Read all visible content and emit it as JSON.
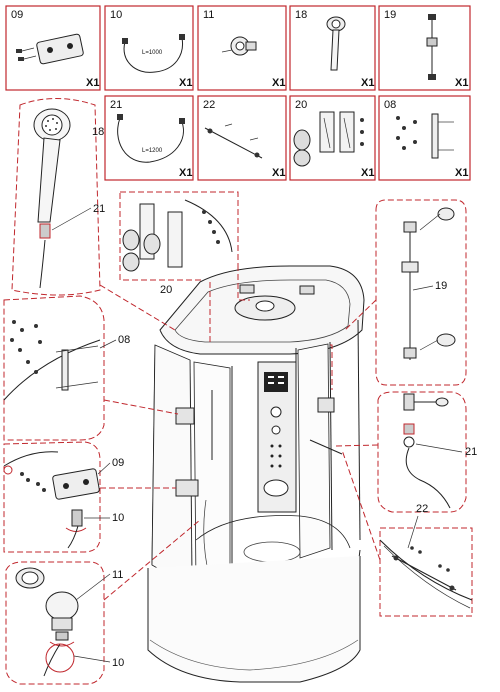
{
  "parts_boxes": [
    {
      "number": "09",
      "qty": "X1"
    },
    {
      "number": "10",
      "qty": "X1",
      "note": "L=1000"
    },
    {
      "number": "11",
      "qty": "X1"
    },
    {
      "number": "18",
      "qty": "X1"
    },
    {
      "number": "19",
      "qty": "X1"
    },
    {
      "number": "21",
      "qty": "X1",
      "note": "L=1200"
    },
    {
      "number": "22",
      "qty": "X1"
    },
    {
      "number": "20",
      "qty": "X1"
    },
    {
      "number": "08",
      "qty": "X1"
    }
  ],
  "callouts": {
    "c18": "18",
    "c21a": "21",
    "c20": "20",
    "c19": "19",
    "c08": "08",
    "c09": "09",
    "c10a": "10",
    "c21b": "21",
    "c22": "22",
    "c11": "11",
    "c10b": "10"
  },
  "colors": {
    "frame": "#c0272d",
    "line": "#222222"
  }
}
